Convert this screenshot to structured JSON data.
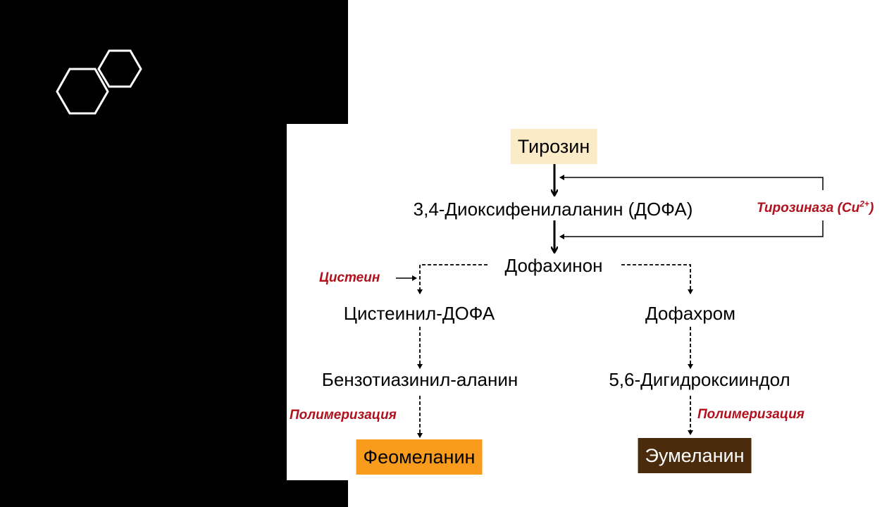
{
  "colors": {
    "tyrosine_box": "#fcebc7",
    "pheomelanin_box": "#f99b1c",
    "eumelanin_box": "#4a2b0c",
    "eumelanin_text": "#ffffff",
    "enzyme_red": "#b0111d"
  },
  "decoration": {
    "icon": "hexagon-outline-icon"
  },
  "diagram": {
    "tyrosine": "Тирозин",
    "dopa": "3,4-Диоксифенилаланин (ДОФА)",
    "dopaquinone": "Дофахинон",
    "cysteinyl_dopa": "Цистеинил-ДОФА",
    "dopachrome": "Дофахром",
    "benzothiazinyl_alanine": "Бензотиазинил-аланин",
    "dihydroxyindole": "5,6-Дигидроксииндол",
    "pheomelanin": "Феомеланин",
    "eumelanin": "Эумеланин",
    "enzyme_prefix": "Тирозиназа (Cu",
    "enzyme_sup": "2+",
    "enzyme_suffix": ")",
    "cysteine": "Цистеин",
    "polymerization_left": "Полимеризация",
    "polymerization_right": "Полимеризация"
  }
}
